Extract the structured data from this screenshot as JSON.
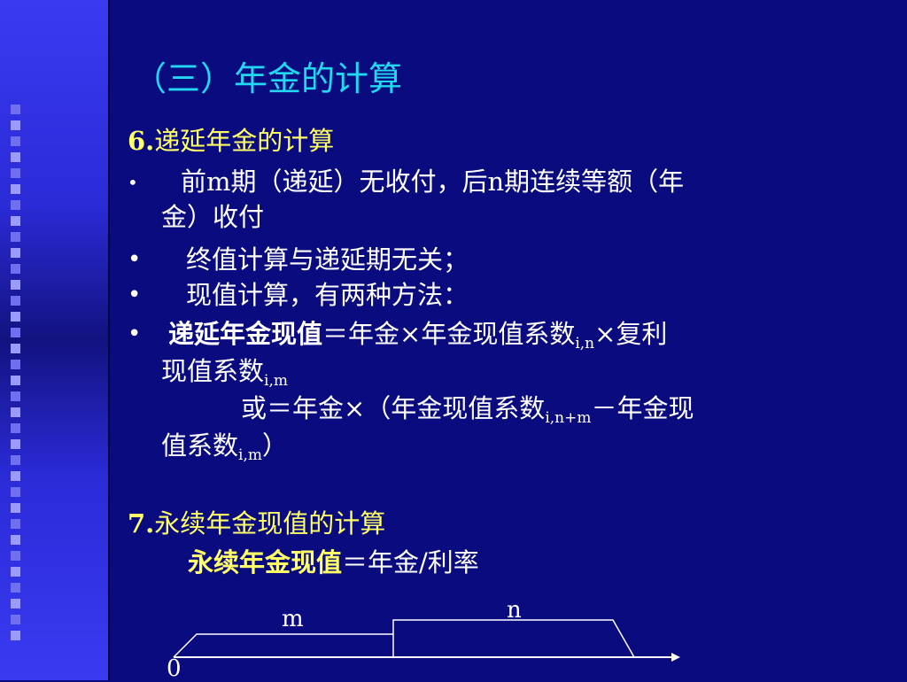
{
  "title": "（三）年金的计算",
  "section6": {
    "heading_num": "6.",
    "heading": "递延年金的计算",
    "b1_bullet": "•",
    "b1_line1": "前m期（递延）无收付，后n期连续等额（年",
    "b1_line2": "金）收付",
    "b2_bullet": "•",
    "b2": "终值计算与递延期无关；",
    "b3_bullet": "•",
    "b3": "现值计算，有两种方法：",
    "b4_bullet": "•",
    "b4_bold": "递延年金现值",
    "b4_rest": "＝年金×年金现值系数",
    "b4_sub1": "i,n",
    "b4_tail": "×复利",
    "b4_line2": "现值系数",
    "b4_sub2": "i,m",
    "b5_line1": "或＝年金×（年金现值系数",
    "b5_sub1": "i,n+m",
    "b5_tail": "－年金现",
    "b5_line2": "值系数",
    "b5_sub2": "i,m",
    "b5_close": "）"
  },
  "section7": {
    "heading_num": "7.",
    "heading": "永续年金现值的计算",
    "formula_bold": "永续年金现值",
    "formula_rest": "＝年金/利率"
  },
  "diagram": {
    "label_m": "m",
    "label_n": "n",
    "label_zero": "0"
  },
  "colors": {
    "background": "#0b0b80",
    "title": "#22d8f0",
    "heading": "#ffff66",
    "text": "#ffffff"
  }
}
